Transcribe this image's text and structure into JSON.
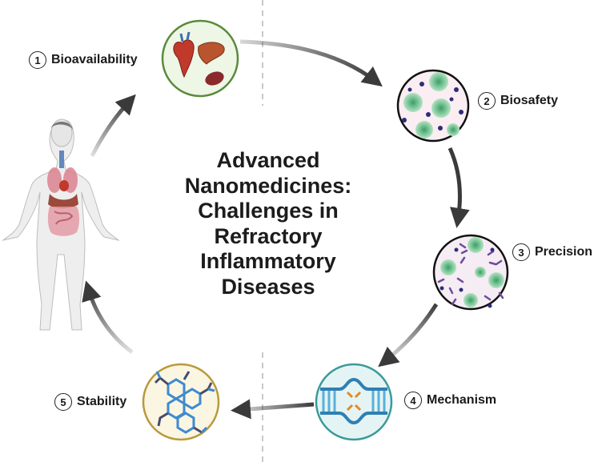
{
  "title_lines": [
    "Advanced",
    "Nanomedicines:",
    "Challenges in",
    "Refractory",
    "Inflammatory",
    "Diseases"
  ],
  "steps": [
    {
      "num": "1",
      "label": "Bioavailability",
      "icon": "organs-icon",
      "ring": "#5a8a3c",
      "fill": "#eef6e6"
    },
    {
      "num": "2",
      "label": "Biosafety",
      "icon": "cells-particles-icon",
      "ring": "#111111",
      "fill": "#faeef2"
    },
    {
      "num": "3",
      "label": "Precision",
      "icon": "receptor-binding-icon",
      "ring": "#111111",
      "fill": "#f6ecf4"
    },
    {
      "num": "4",
      "label": "Mechanism",
      "icon": "dna-icon",
      "ring": "#3a9a9a",
      "fill": "#e4f4f4"
    },
    {
      "num": "5",
      "label": "Stability",
      "icon": "molecular-structure-icon",
      "ring": "#b89a3c",
      "fill": "#fbf6e2"
    }
  ],
  "figure": {
    "icon": "human-body-icon"
  }
}
